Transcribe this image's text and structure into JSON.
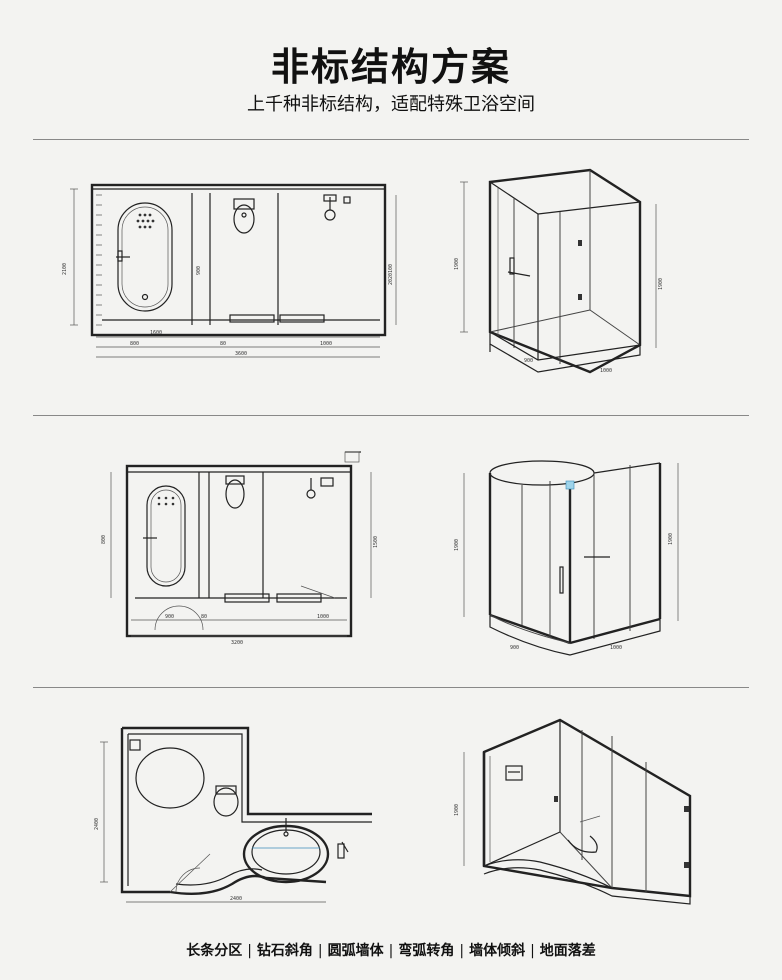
{
  "header": {
    "title": "非标结构方案",
    "subtitle": "上千种非标结构，适配特殊卫浴空间"
  },
  "footer": {
    "items": [
      "长条分区",
      "钻石斜角",
      "圆弧墙体",
      "弯弧转角",
      "墙体倾斜",
      "地面落差"
    ],
    "separator": "|"
  }
}
